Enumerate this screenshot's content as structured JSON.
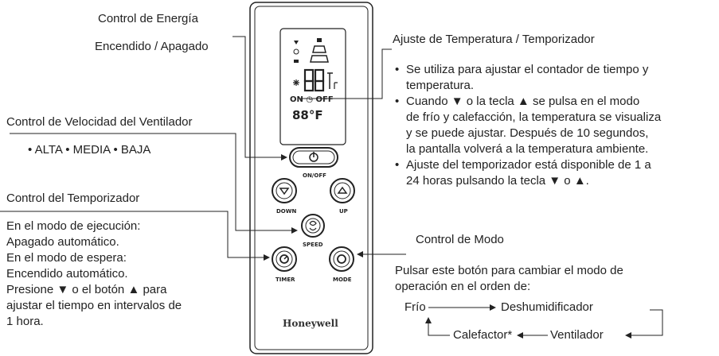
{
  "labels": {
    "power_title": "Control de Energía",
    "power_sub": "Encendido / Apagado",
    "fan_title": "Control de Velocidad del Ventilador",
    "fan_sub": "• ALTA • MEDIA • BAJA",
    "timer_title": "Control del Temporizador",
    "timer_desc": [
      "En el modo de ejecución:",
      "Apagado automático.",
      "En el modo de espera:",
      "Encendido automático.",
      "Presione ▼ o el botón ▲ para",
      "ajustar el tiempo en intervalos de",
      "1 hora."
    ],
    "temp_title": "Ajuste de Temperatura / Temporizador",
    "temp_bullets": [
      [
        "Se utiliza para ajustar el contador de tiempo y",
        "temperatura."
      ],
      [
        "Cuando ▼ o la tecla ▲ se pulsa en el modo",
        "de frío y calefacción, la temperatura se visualiza",
        "y se puede ajustar. Después de 10 segundos,",
        "la pantalla volverá a la temperatura ambiente."
      ],
      [
        "Ajuste del temporizador está disponible de 1 a",
        "24 horas pulsando la tecla ▼ o ▲."
      ]
    ],
    "mode_title": "Control de Modo",
    "mode_desc": [
      "Pulsar este botón para cambiar el modo de",
      "operación en el orden de:"
    ],
    "cycle": {
      "frio": "Frío",
      "deshum": "Deshumidificador",
      "calef": "Calefactor*",
      "vent": "Ventilador"
    }
  },
  "remote": {
    "brand": "Honeywell",
    "buttons": {
      "onoff": "ON/OFF",
      "down": "DOWN",
      "up": "UP",
      "speed": "SPEED",
      "timer": "TIMER",
      "mode": "MODE"
    },
    "display": {
      "onoff_text": "ON ◷ OFF",
      "temp_small": "88°F",
      "big_digits": "88"
    }
  }
}
